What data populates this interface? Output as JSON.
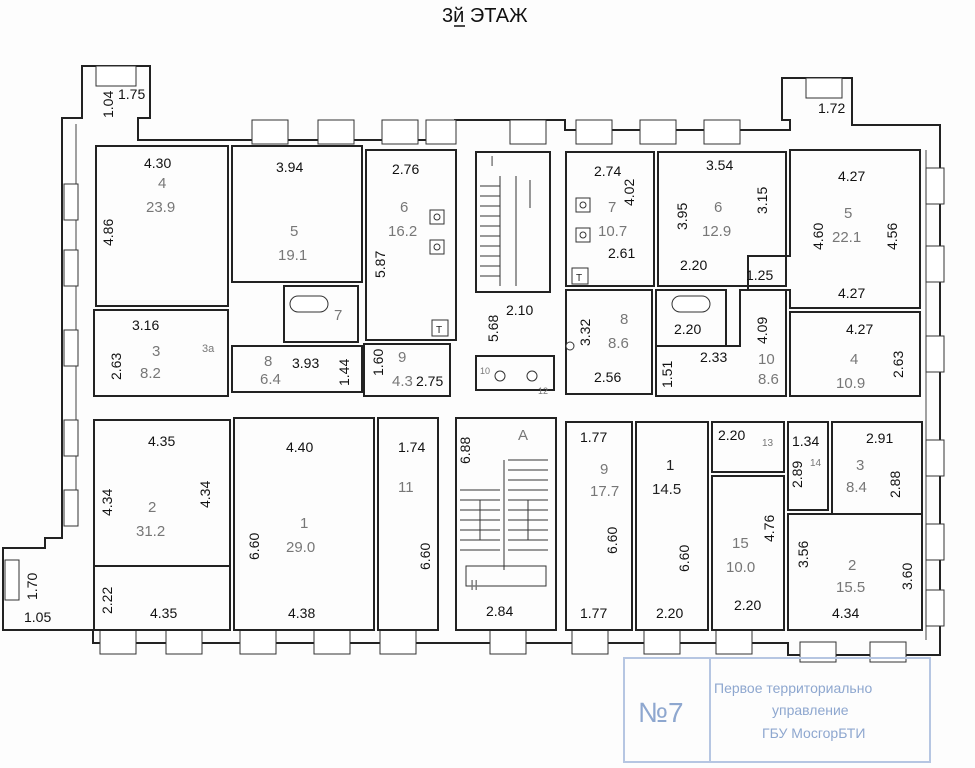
{
  "title": {
    "prefix": "3",
    "underlined": "й",
    "rest": " ЭТАЖ"
  },
  "stamp": {
    "number": "№7",
    "line1": "Первое территориально",
    "line2": "управление",
    "line3": "ГБУ МосгорБТИ"
  },
  "rooms": [
    {
      "id": "left-4",
      "num": "4",
      "area": "23.9"
    },
    {
      "id": "left-5",
      "num": "5",
      "area": "19.1"
    },
    {
      "id": "left-6",
      "num": "6",
      "area": "16.2"
    },
    {
      "id": "left-7",
      "num": "7",
      "area": ""
    },
    {
      "id": "left-3",
      "num": "3",
      "area": "8.2"
    },
    {
      "id": "left-3a",
      "num": "3а",
      "area": ""
    },
    {
      "id": "left-8",
      "num": "8",
      "area": "6.4"
    },
    {
      "id": "left-9",
      "num": "9",
      "area": "4.3"
    },
    {
      "id": "left-2",
      "num": "2",
      "area": "31.2"
    },
    {
      "id": "left-1",
      "num": "1",
      "area": "29.0"
    },
    {
      "id": "left-11",
      "num": "11",
      "area": ""
    },
    {
      "id": "stair-I",
      "num": "I",
      "area": ""
    },
    {
      "id": "stair-A",
      "num": "А",
      "area": ""
    },
    {
      "id": "stair-II",
      "num": "II",
      "area": ""
    },
    {
      "id": "right-7",
      "num": "7",
      "area": "10.7"
    },
    {
      "id": "right-6",
      "num": "6",
      "area": "12.9"
    },
    {
      "id": "right-5",
      "num": "5",
      "area": "22.1"
    },
    {
      "id": "right-8",
      "num": "8",
      "area": "8.6"
    },
    {
      "id": "right-10",
      "num": "10",
      "area": "8.6"
    },
    {
      "id": "right-4",
      "num": "4",
      "area": "10.9"
    },
    {
      "id": "right-9",
      "num": "9",
      "area": "17.7"
    },
    {
      "id": "right-1",
      "num": "1",
      "area": "14.5"
    },
    {
      "id": "right-15",
      "num": "15",
      "area": "10.0"
    },
    {
      "id": "right-13",
      "num": "13",
      "area": ""
    },
    {
      "id": "right-14",
      "num": "14",
      "area": ""
    },
    {
      "id": "right-3",
      "num": "3",
      "area": "8.4"
    },
    {
      "id": "right-2",
      "num": "2",
      "area": "15.5"
    },
    {
      "id": "small-10",
      "num": "10",
      "area": ""
    },
    {
      "id": "small-12",
      "num": "12",
      "area": ""
    },
    {
      "id": "toilet-mark-1",
      "num": "Т",
      "area": ""
    },
    {
      "id": "toilet-mark-2",
      "num": "Т",
      "area": ""
    }
  ],
  "dimensions": [
    "1.04",
    "1.75",
    "4.30",
    "4.86",
    "3.94",
    "2.76",
    "5.87",
    "3.16",
    "2.63",
    "3.93",
    "1.44",
    "1.60",
    "2.75",
    "4.35",
    "4.34",
    "4.34",
    "2.22",
    "4.35",
    "1.70",
    "1.05",
    "4.40",
    "6.60",
    "4.38",
    "1.74",
    "6.60",
    "5.68",
    "2.10",
    "6.88",
    "2.84",
    "2.56",
    "3.32",
    "2.74",
    "4.02",
    "2.61",
    "3.54",
    "3.95",
    "3.15",
    "2.20",
    "1.72",
    "4.27",
    "4.60",
    "4.56",
    "4.27",
    "1.25",
    "2.20",
    "4.09",
    "2.33",
    "1.51",
    "4.27",
    "2.63",
    "1.77",
    "6.60",
    "1.77",
    "2.20",
    "1.34",
    "2.91",
    "2.89",
    "2.88",
    "4.76",
    "2.20",
    "6.60",
    "2.20",
    "3.56",
    "3.60",
    "4.34"
  ]
}
